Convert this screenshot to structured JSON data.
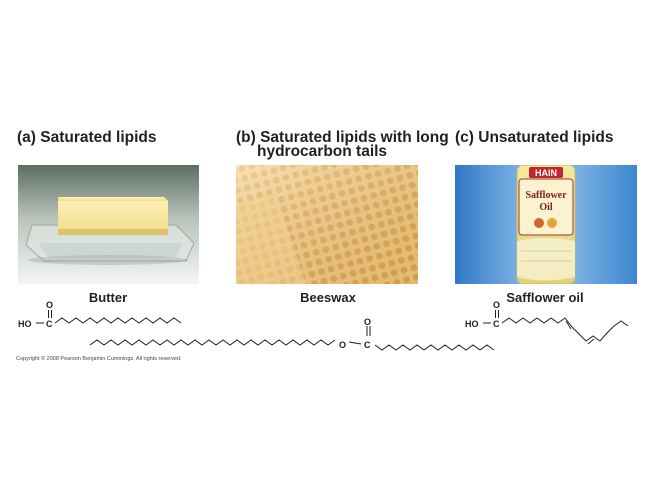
{
  "panels": [
    {
      "heading": "(a) Saturated lipids",
      "label": "Butter"
    },
    {
      "heading": "(b) Saturated lipids with long\nhydrocarbon tails",
      "heading_line1": "(b) Saturated lipids with long",
      "heading_line2": "hydrocarbon tails",
      "label": "Beeswax"
    },
    {
      "heading": "(c) Unsaturated lipids",
      "label": "Safflower oil"
    }
  ],
  "bottle": {
    "brand": "HAIN",
    "product_line1": "Safflower",
    "product_line2": "Oil"
  },
  "chem": {
    "ho": "HO",
    "carbon": "C",
    "oxygen": "O"
  },
  "copyright": "Copyright © 2008 Pearson Benjamin Cummings. All rights reserved.",
  "colors": {
    "text": "#231f20",
    "honey": "#e8b96a",
    "butter": "#f6e59b"
  }
}
